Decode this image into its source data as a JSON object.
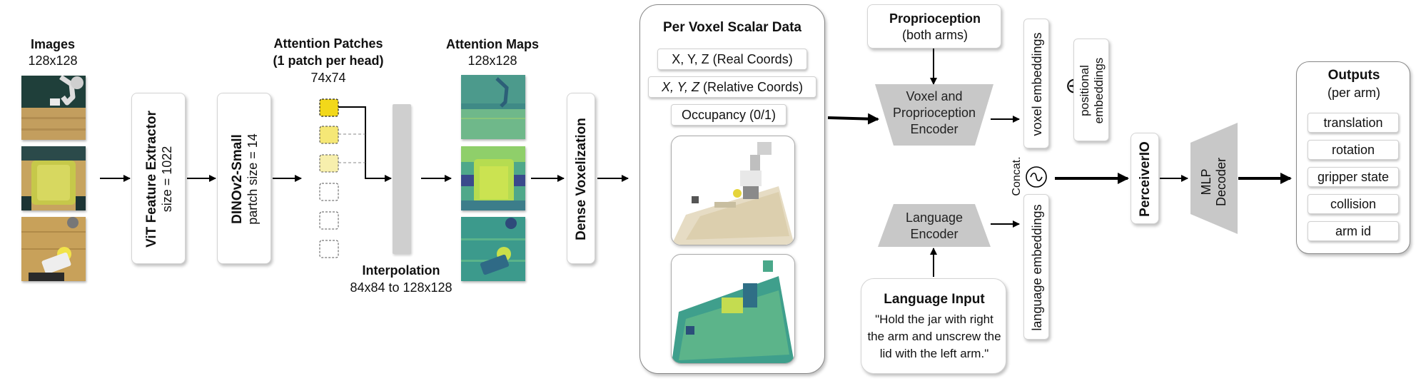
{
  "images": {
    "title": "Images",
    "size": "128x128"
  },
  "vit": {
    "title": "ViT Feature Extractor",
    "param": "size = 1022"
  },
  "dino": {
    "title": "DINOv2-Small",
    "param": "partch size = 14"
  },
  "attention_patches": {
    "title_line1": "Attention Patches",
    "title_line2": "(1 patch per head)",
    "size": "74x74"
  },
  "interpolation": {
    "title": "Interpolation",
    "range": "84x84 to 128x128"
  },
  "attention_maps": {
    "title": "Attention Maps",
    "size": "128x128"
  },
  "dense_voxelization": {
    "title": "Dense Voxelization"
  },
  "per_voxel": {
    "title": "Per Voxel Scalar Data",
    "item_real_italic": "X, Y, Z",
    "item_real_rest": " (Real Coords)",
    "item_rel_italic": "X, Y, Z",
    "item_rel_rest": " (Relative Coords)",
    "item_occ": "Occupancy (0/1)"
  },
  "proprioception": {
    "title": "Proprioception",
    "sub": "(both arms)"
  },
  "voxel_encoder": {
    "line1": "Voxel and",
    "line2": "Proprioception",
    "line3": "Encoder"
  },
  "language_encoder": {
    "line1": "Language",
    "line2": "Encoder"
  },
  "language_input": {
    "title": "Language Input",
    "line1": "\"Hold the jar with right",
    "line2": "the arm and unscrew the",
    "line3": "lid with the left arm.\""
  },
  "voxel_embeddings": "voxel embeddings",
  "positional_embeddings": {
    "line1": "positional",
    "line2": "embeddings"
  },
  "language_embeddings": "language embeddings",
  "concat_label": "Concat.",
  "plus_symbol": "⊕",
  "concat_symbol": "◯",
  "perceiver": "PerceiverIO",
  "mlp": {
    "line1": "MLP",
    "line2": "Decoder"
  },
  "outputs": {
    "title": "Outputs",
    "sub": "(per arm)",
    "items": [
      "translation",
      "rotation",
      "gripper state",
      "collision",
      "arm id"
    ]
  },
  "colors": {
    "arrow": "#000000",
    "trapezoid": "#c8c8c8",
    "patch_yellow": "#f6dc1e",
    "patch_light": "#f3ea8a"
  }
}
